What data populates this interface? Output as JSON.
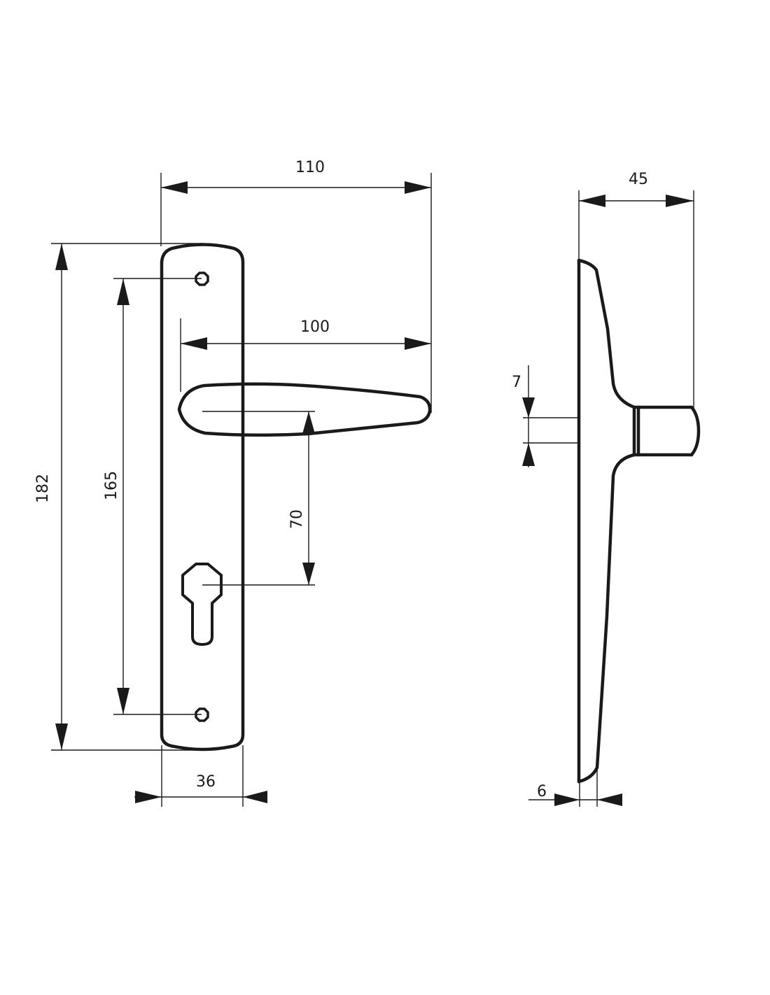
{
  "dimensions": {
    "overall_length": "110",
    "lever_projection": "100",
    "plate_height": "182",
    "screw_spacing": "165",
    "handle_to_cylinder": "70",
    "plate_width": "36",
    "side_depth": "45",
    "rose_thickness": "7",
    "plate_thickness": "6"
  }
}
